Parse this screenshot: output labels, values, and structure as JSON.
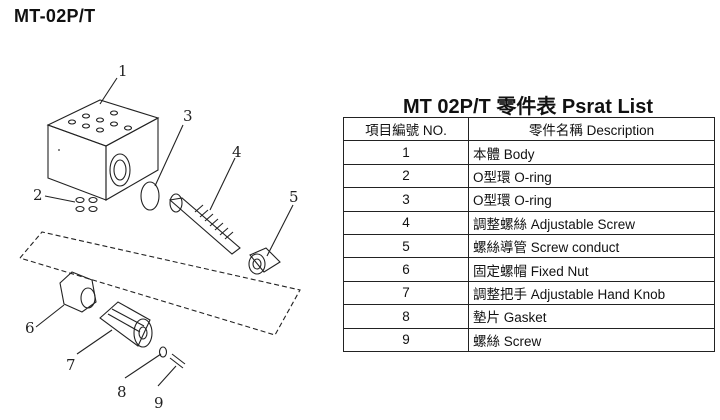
{
  "header": {
    "model": "MT-02P/T"
  },
  "diagram": {
    "callouts": [
      "1",
      "2",
      "3",
      "4",
      "5",
      "6",
      "7",
      "8",
      "9"
    ]
  },
  "parts_table": {
    "title": "MT 02P/T 零件表 Psrat List",
    "headers": [
      "項目編號 NO.",
      "零件名稱 Description"
    ],
    "rows": [
      {
        "no": "1",
        "desc": "本體 Body"
      },
      {
        "no": "2",
        "desc": "O型環 O-ring"
      },
      {
        "no": "3",
        "desc": "O型環 O-ring"
      },
      {
        "no": "4",
        "desc": "調整螺絲 Adjustable Screw"
      },
      {
        "no": "5",
        "desc": "螺絲導管 Screw conduct"
      },
      {
        "no": "6",
        "desc": "固定螺帽 Fixed Nut"
      },
      {
        "no": "7",
        "desc": "調整把手 Adjustable Hand Knob"
      },
      {
        "no": "8",
        "desc": "墊片 Gasket"
      },
      {
        "no": "9",
        "desc": "螺絲  Screw"
      }
    ]
  }
}
